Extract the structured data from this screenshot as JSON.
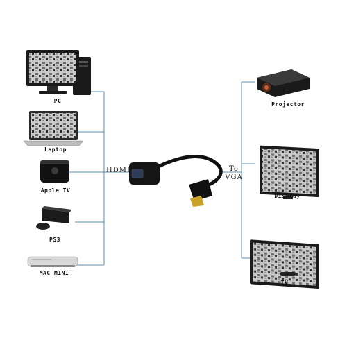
{
  "left_devices": [
    {
      "label": "PC",
      "icon": "pc-icon"
    },
    {
      "label": "Laptop",
      "icon": "laptop-icon"
    },
    {
      "label": "Apple TV",
      "icon": "apple-tv-icon"
    },
    {
      "label": "PS3",
      "icon": "ps3-console-icon"
    },
    {
      "label": "MAC MINI",
      "icon": "mac-mini-icon"
    }
  ],
  "right_devices": [
    {
      "label": "Projector",
      "icon": "projector-icon"
    },
    {
      "label": "Display",
      "icon": "display-monitor-icon"
    },
    {
      "label": "TV",
      "icon": "tv-icon"
    }
  ],
  "adapter": {
    "input_label": "HDMI",
    "output_label": "To VGA",
    "icon": "hdmi-to-vga-adapter-icon"
  },
  "colors": {
    "connector_line": "#5a8fb0",
    "device_body": "#1a1a1a"
  }
}
